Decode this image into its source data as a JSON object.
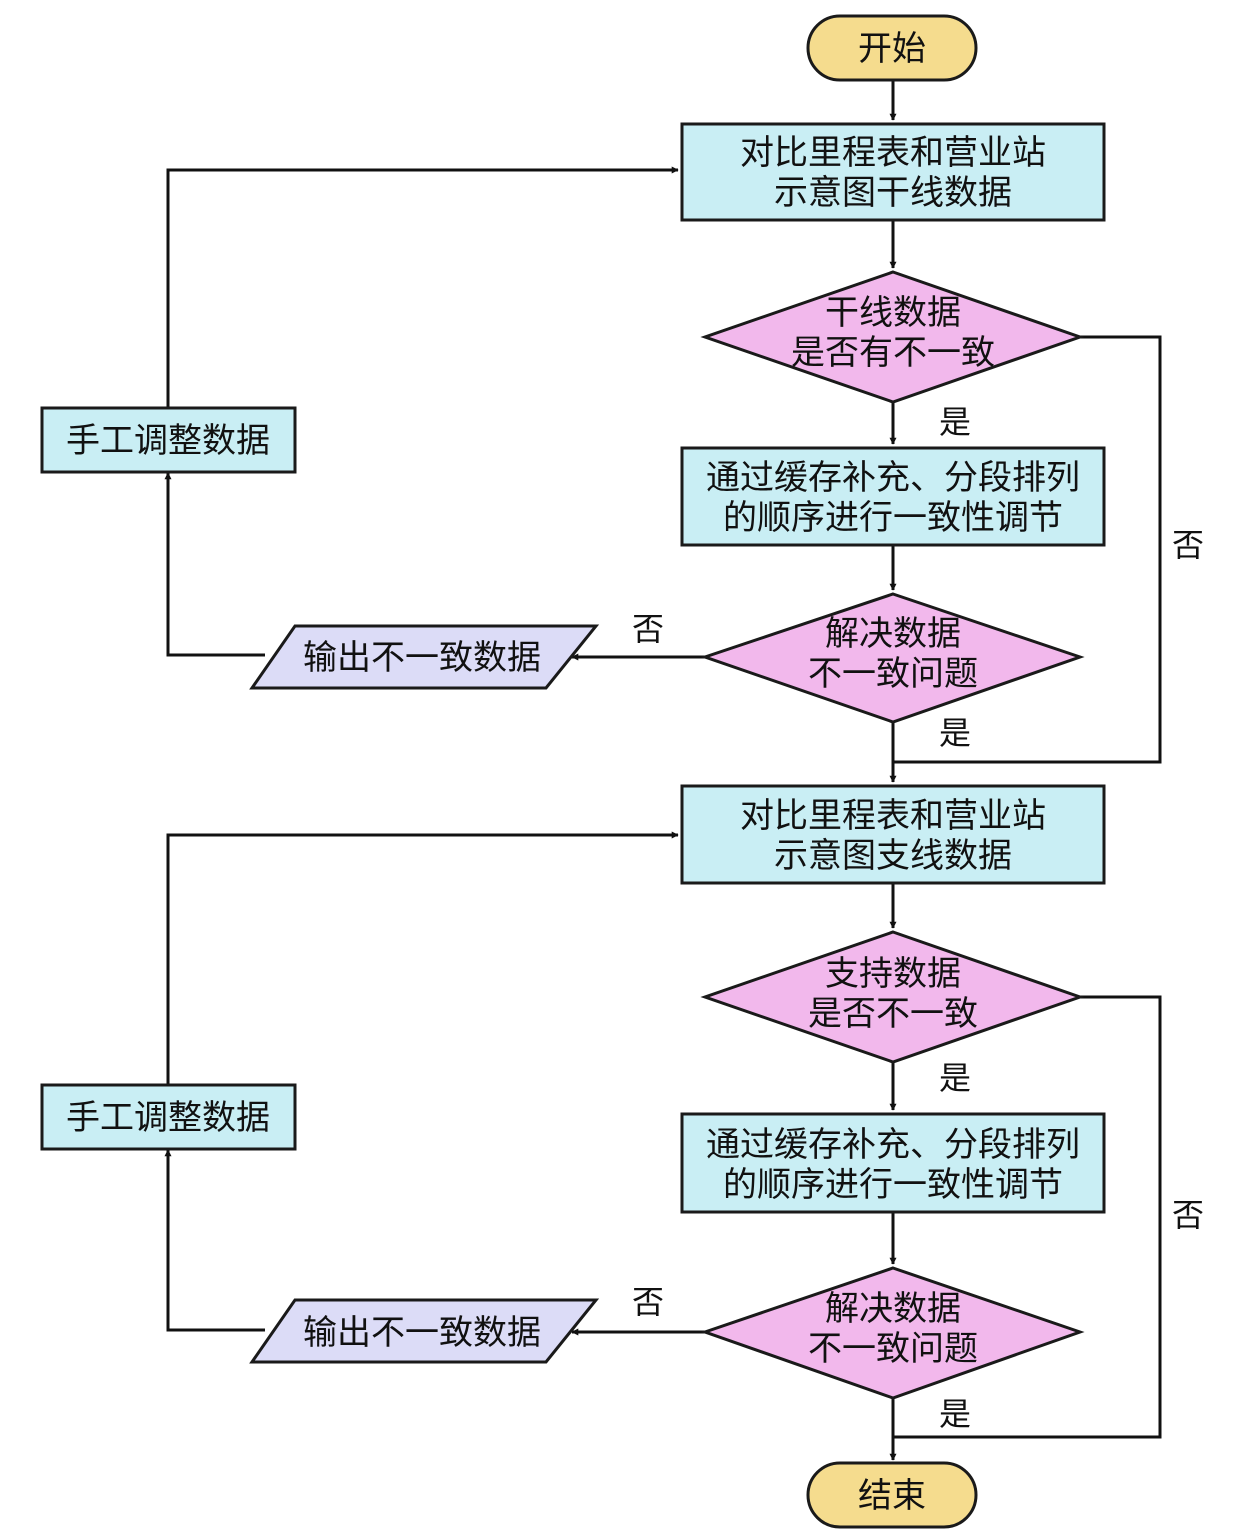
{
  "start": "开始",
  "end": "结束",
  "trunk": {
    "compare": [
      "对比里程表和营业站",
      "示意图干线数据"
    ],
    "check": [
      "干线数据",
      "是否有不一致"
    ],
    "adjust": [
      "通过缓存补充、分段排列",
      "的顺序进行一致性调节"
    ],
    "resolved": [
      "解决数据",
      "不一致问题"
    ],
    "output": "输出不一致数据",
    "manual": "手工调整数据"
  },
  "branch": {
    "compare": [
      "对比里程表和营业站",
      "示意图支线数据"
    ],
    "check": [
      "支持数据",
      "是否不一致"
    ],
    "adjust": [
      "通过缓存补充、分段排列",
      "的顺序进行一致性调节"
    ],
    "resolved": [
      "解决数据",
      "不一致问题"
    ],
    "output": "输出不一致数据",
    "manual": "手工调整数据"
  },
  "edges": {
    "yes": "是",
    "no": "否"
  },
  "colors": {
    "terminal": "#f5dc8e",
    "process": "#c9eef4",
    "decision": "#f2b8ec",
    "io": "#dcdcf7"
  }
}
